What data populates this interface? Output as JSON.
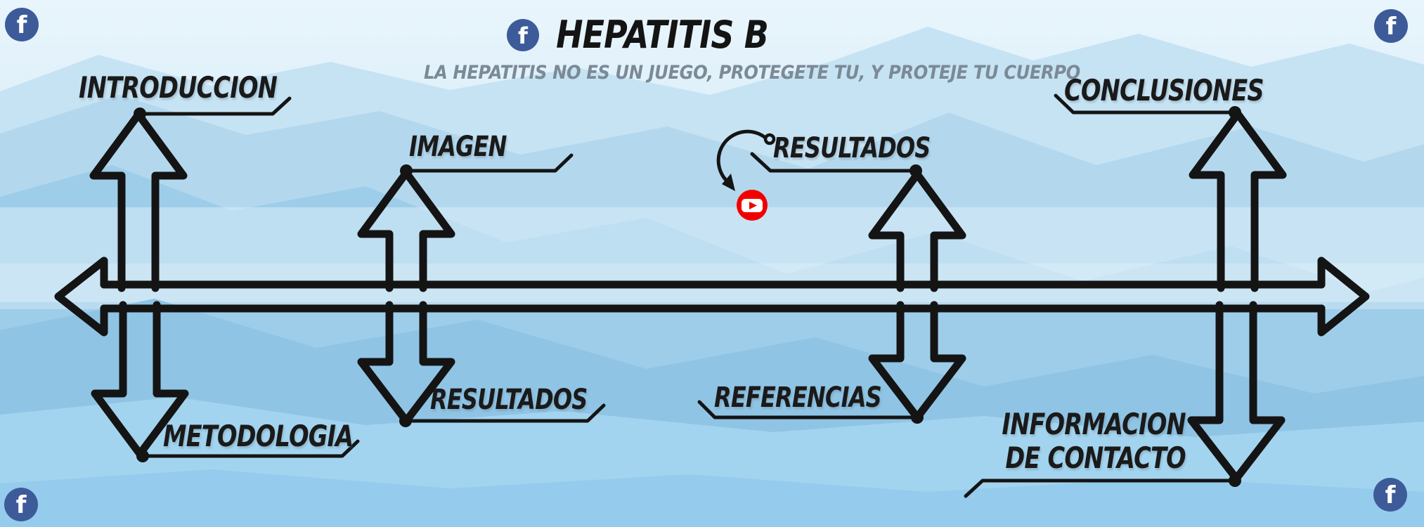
{
  "header": {
    "title": "HEPATITIS B",
    "subtitle": "LA HEPATITIS NO ES UN JUEGO, PROTEGETE TU, Y PROTEJE TU CUERPO"
  },
  "nodes": {
    "introduccion": "INTRODUCCION",
    "imagen": "IMAGEN",
    "resultados_top": "RESULTADOS",
    "conclusiones": "CONCLUSIONES",
    "metodologia": "METODOLOGIA",
    "resultados_bottom": "RESULTADOS",
    "referencias": "REFERENCIAS",
    "informacion_line1": "INFORMACION",
    "informacion_line2": "DE CONTACTO"
  },
  "icons": {
    "facebook_glyph": "f",
    "facebook_icon": "facebook-icon",
    "youtube_icon": "youtube-icon"
  },
  "colors": {
    "facebook_blue": "#3d5b99",
    "youtube_red": "#f20000",
    "ink_black": "#141414",
    "subtitle_gray": "#7b8a96",
    "sky_light": "#e9f5fc",
    "mountain_mid": "#9ecde9",
    "foreground_blue": "#a3d4ef"
  }
}
